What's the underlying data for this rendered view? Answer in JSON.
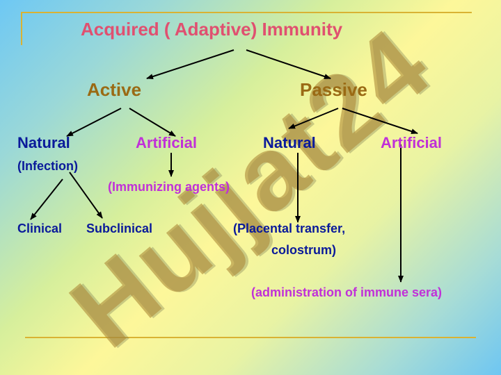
{
  "title": "Acquired ( Adaptive) Immunity",
  "watermark": "Hujjat24",
  "branches": {
    "active": "Active",
    "passive": "Passive"
  },
  "active": {
    "natural": "Natural",
    "natural_note": "(Infection)",
    "artificial": "Artificial",
    "artificial_note": "(Immunizing agents)",
    "clinical": "Clinical",
    "subclinical": "Subclinical"
  },
  "passive": {
    "natural": "Natural",
    "natural_note_line1": "(Placental transfer,",
    "natural_note_line2": "colostrum)",
    "artificial": "Artificial",
    "artificial_note": "(administration of immune sera)"
  },
  "colors": {
    "title": "#e05070",
    "level1": "#9a6a14",
    "navy": "#0a1a9a",
    "magenta": "#c030d8",
    "frame": "#d9b233"
  }
}
